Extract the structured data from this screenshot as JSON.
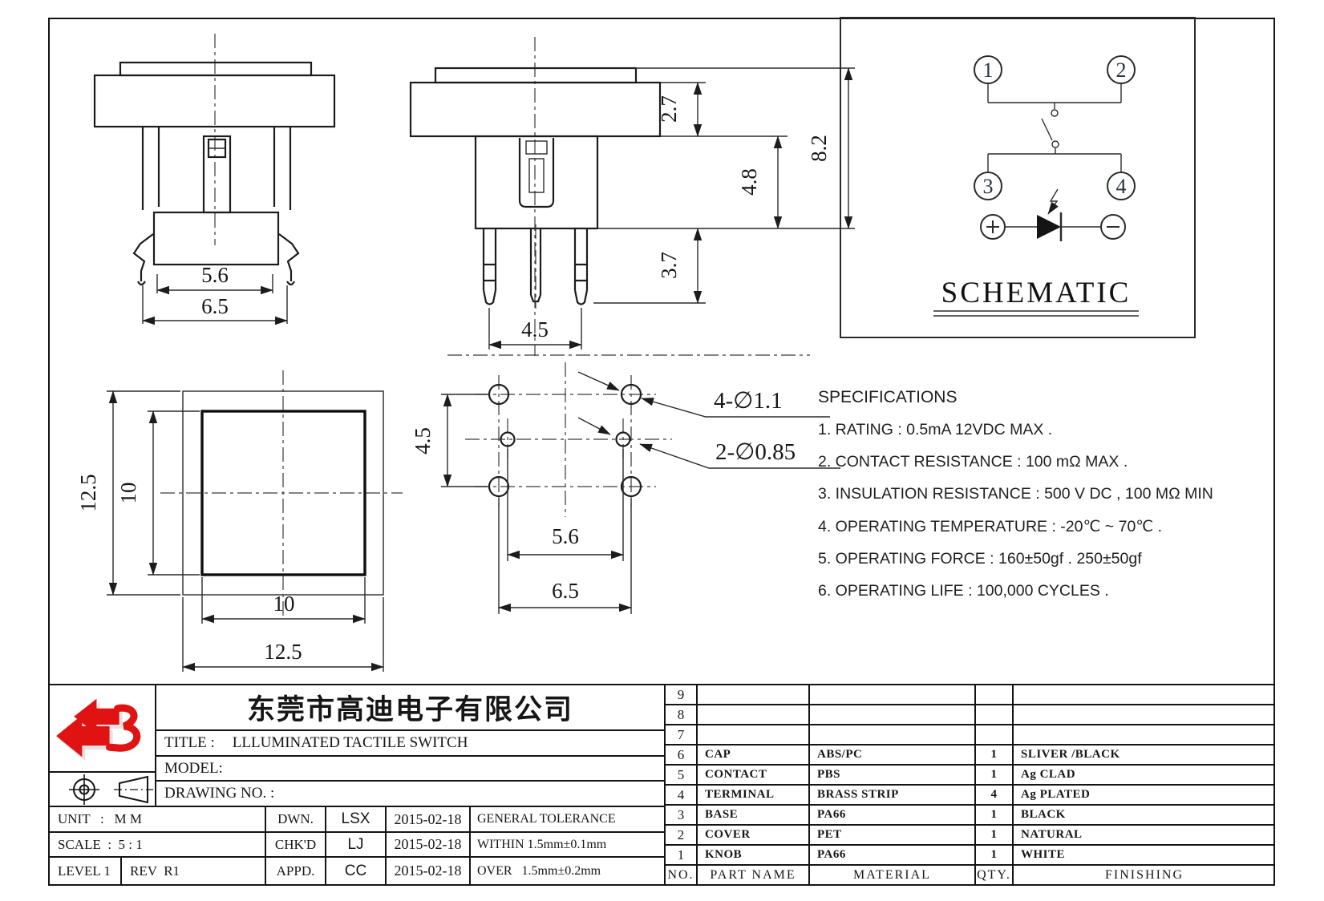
{
  "branding": {
    "logo_color": "#e01212"
  },
  "sheet": {
    "company": "东莞市高迪电子有限公司",
    "title_label": "TITLE :",
    "title_value": "LLLUMINATED TACTILE SWITCH",
    "model_label": "MODEL:",
    "drawing_no_label": "DRAWING NO. :",
    "unit": "UNIT   :   M M",
    "scale": "SCALE  :  5 : 1",
    "level": "LEVEL 1",
    "rev": "REV  R1",
    "approvals": [
      {
        "role": "DWN.",
        "name": "LSX",
        "date": "2015-02-18",
        "tolerance": "GENERAL TOLERANCE"
      },
      {
        "role": "CHK'D",
        "name": "LJ",
        "date": "2015-02-18",
        "tolerance": "WITHIN 1.5mm±0.1mm"
      },
      {
        "role": "APPD.",
        "name": "CC",
        "date": "2015-02-18",
        "tolerance": "OVER   1.5mm±0.2mm"
      }
    ]
  },
  "specifications": {
    "title": "SPECIFICATIONS",
    "items": [
      "1. RATING : 0.5mA 12VDC MAX .",
      "2. CONTACT RESISTANCE : 100 mΩ MAX .",
      "3. INSULATION RESISTANCE : 500 V DC , 100 MΩ MIN",
      "4. OPERATING TEMPERATURE : -20℃ ~ 70℃ .",
      "5. OPERATING FORCE : 160±50gf . 250±50gf",
      "6. OPERATING LIFE : 100,000 CYCLES ."
    ]
  },
  "parts_table": {
    "headers": {
      "no": "NO.",
      "part": "PART  NAME",
      "material": "MATERIAL",
      "qty": "QTY.",
      "finishing": "FINISHING"
    },
    "rows": [
      {
        "no": "9",
        "part": "",
        "material": "",
        "qty": "",
        "finishing": ""
      },
      {
        "no": "8",
        "part": "",
        "material": "",
        "qty": "",
        "finishing": ""
      },
      {
        "no": "7",
        "part": "",
        "material": "",
        "qty": "",
        "finishing": ""
      },
      {
        "no": "6",
        "part": "CAP",
        "material": "ABS/PC",
        "qty": "1",
        "finishing": "SLIVER /BLACK"
      },
      {
        "no": "5",
        "part": "CONTACT",
        "material": "PBS",
        "qty": "1",
        "finishing": "Ag CLAD"
      },
      {
        "no": "4",
        "part": "TERMINAL",
        "material": "BRASS STRIP",
        "qty": "4",
        "finishing": "Ag PLATED"
      },
      {
        "no": "3",
        "part": "BASE",
        "material": "PA66",
        "qty": "1",
        "finishing": "BLACK"
      },
      {
        "no": "2",
        "part": "COVER",
        "material": "PET",
        "qty": "1",
        "finishing": "NATURAL"
      },
      {
        "no": "1",
        "part": "KNOB",
        "material": "PA66",
        "qty": "1",
        "finishing": "WHITE"
      }
    ]
  },
  "drawing": {
    "front_view": {
      "dim_inner": "5.6",
      "dim_outer": "6.5"
    },
    "side_view": {
      "dim_cap": "2.7",
      "dim_body": "4.8",
      "dim_pins": "3.7",
      "dim_total": "8.2",
      "dim_pitch": "4.5"
    },
    "top_view": {
      "dim_outer_v": "12.5",
      "dim_inner_v": "10",
      "dim_inner_h": "10",
      "dim_outer_h": "12.5"
    },
    "pcb_layout": {
      "dim_rows": "4.5",
      "dim_inner": "5.6",
      "dim_outer": "6.5",
      "label_large_holes": "4-∅1.1",
      "label_small_holes": "2-∅0.85"
    },
    "schematic": {
      "label": "SCHEMATIC",
      "pins": [
        "1",
        "2",
        "3",
        "4"
      ],
      "plus": "+",
      "minus": "−"
    }
  }
}
